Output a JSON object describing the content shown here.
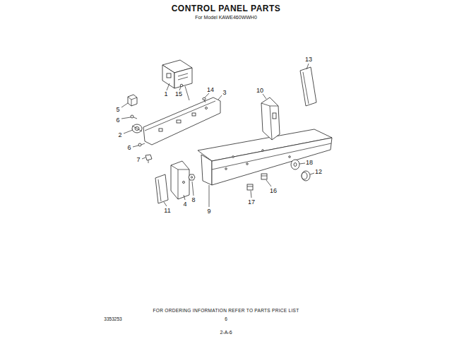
{
  "diagram": {
    "title": "CONTROL PANEL PARTS",
    "labels": [
      "For Model KAWE460WWH0",
      "1",
      "15",
      "14",
      "3",
      "5",
      "6",
      "2",
      "6",
      "13",
      "10",
      "18",
      "12",
      "7",
      "8",
      "4",
      "16",
      "17",
      "9",
      "11",
      "FOR ORDERING INFORMATION REFER TO PARTS PRICE LIST",
      "3353253",
      "6",
      "2-A-6"
    ]
  }
}
